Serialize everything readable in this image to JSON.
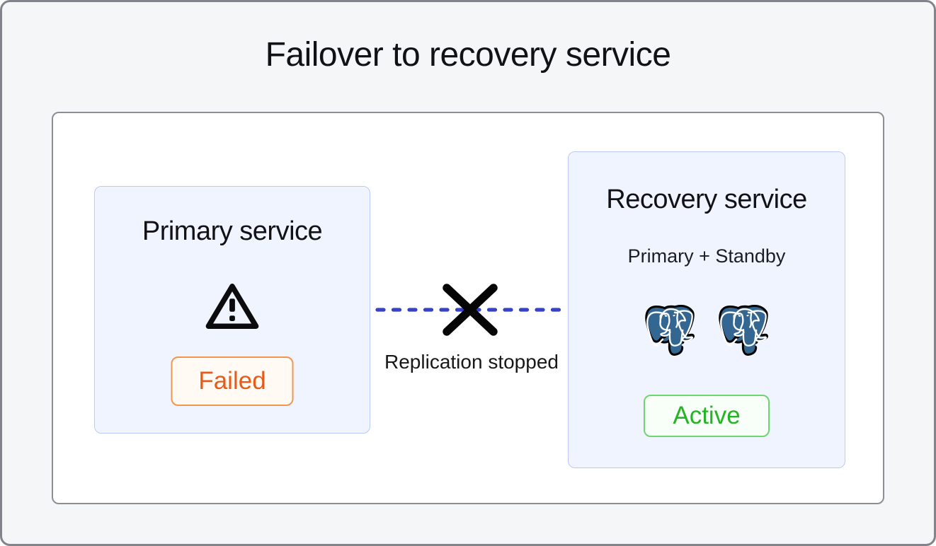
{
  "title": "Failover to recovery service",
  "primary_card": {
    "title": "Primary service",
    "status_label": "Failed",
    "icon": "warning-icon"
  },
  "connector": {
    "label": "Replication stopped",
    "line_style": "dashed",
    "icon": "x-mark-icon"
  },
  "recovery_card": {
    "title": "Recovery service",
    "subtitle": "Primary + Standby",
    "status_label": "Active",
    "database_icons": [
      "postgresql-icon",
      "postgresql-icon"
    ]
  },
  "colors": {
    "accent_blue": "#3742c6",
    "card_bg": "#f0f4fe",
    "card_border": "#bdc9f1",
    "failed_text": "#e85a15",
    "failed_border": "#f2964f",
    "failed_bg": "#fffaf4",
    "active_text": "#26b426",
    "active_border": "#70d570",
    "active_bg": "#f8fef8",
    "postgres_blue": "#336791",
    "text_dark": "#121216"
  }
}
